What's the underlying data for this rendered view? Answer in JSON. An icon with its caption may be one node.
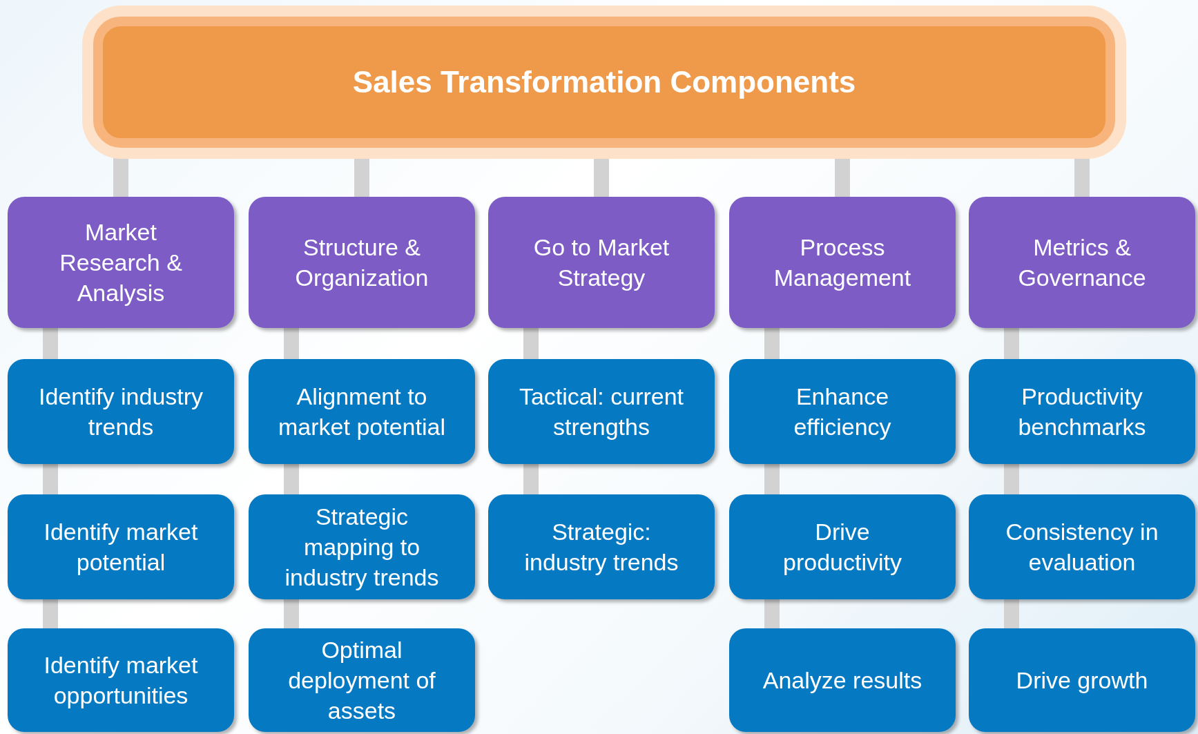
{
  "diagram": {
    "nodes": [
      {
        "text": [
          "Sales Transformation Components"
        ]
      },
      {
        "text": [
          "Market Research & Analysis"
        ]
      },
      {
        "text": [
          "Structure & Organization"
        ]
      },
      {
        "text": [
          "Go to Market Strategy"
        ]
      },
      {
        "text": [
          "Process Management"
        ]
      },
      {
        "text": [
          "Metrics & Governance"
        ]
      },
      {
        "text": [
          "Identify industry trends"
        ]
      },
      {
        "text": [
          "Alignment to market potential"
        ]
      },
      {
        "text": [
          "Tactical: current strengths"
        ]
      },
      {
        "text": [
          "Enhance efficiency"
        ]
      },
      {
        "text": [
          "Productivity benchmarks"
        ]
      },
      {
        "text": [
          "Identify market potential"
        ]
      },
      {
        "text": [
          "Strategic mapping to industry trends"
        ]
      },
      {
        "text": [
          "Strategic: industry trends"
        ]
      },
      {
        "text": [
          "Drive productivity"
        ]
      },
      {
        "text": [
          "Consistency in evaluation"
        ]
      },
      {
        "text": [
          "Identify market opportunities"
        ]
      },
      {
        "text": [
          "Optimal deployment of assets"
        ]
      },
      {
        "text": [
          "Analyze results"
        ]
      },
      {
        "text": [
          "Drive growth"
        ]
      }
    ],
    "edges": [
      {
        "from": 0,
        "to": 1,
        "arrow": "none"
      },
      {
        "from": 0,
        "to": 2,
        "arrow": "none"
      },
      {
        "from": 0,
        "to": 3,
        "arrow": "none"
      },
      {
        "from": 0,
        "to": 4,
        "arrow": "none"
      },
      {
        "from": 0,
        "to": 5,
        "arrow": "none"
      },
      {
        "from": 1,
        "to": 6,
        "arrow": "none"
      },
      {
        "from": 2,
        "to": 7,
        "arrow": "none"
      },
      {
        "from": 3,
        "to": 8,
        "arrow": "none"
      },
      {
        "from": 4,
        "to": 9,
        "arrow": "none"
      },
      {
        "from": 5,
        "to": 10,
        "arrow": "none"
      },
      {
        "from": 6,
        "to": 11,
        "arrow": "none"
      },
      {
        "from": 7,
        "to": 12,
        "arrow": "none"
      },
      {
        "from": 8,
        "to": 13,
        "arrow": "none"
      },
      {
        "from": 9,
        "to": 14,
        "arrow": "none"
      },
      {
        "from": 10,
        "to": 15,
        "arrow": "none"
      },
      {
        "from": 11,
        "to": 16,
        "arrow": "none"
      },
      {
        "from": 12,
        "to": 17,
        "arrow": "none"
      },
      {
        "from": 14,
        "to": 18,
        "arrow": "none"
      },
      {
        "from": 15,
        "to": 19,
        "arrow": "none"
      }
    ]
  }
}
